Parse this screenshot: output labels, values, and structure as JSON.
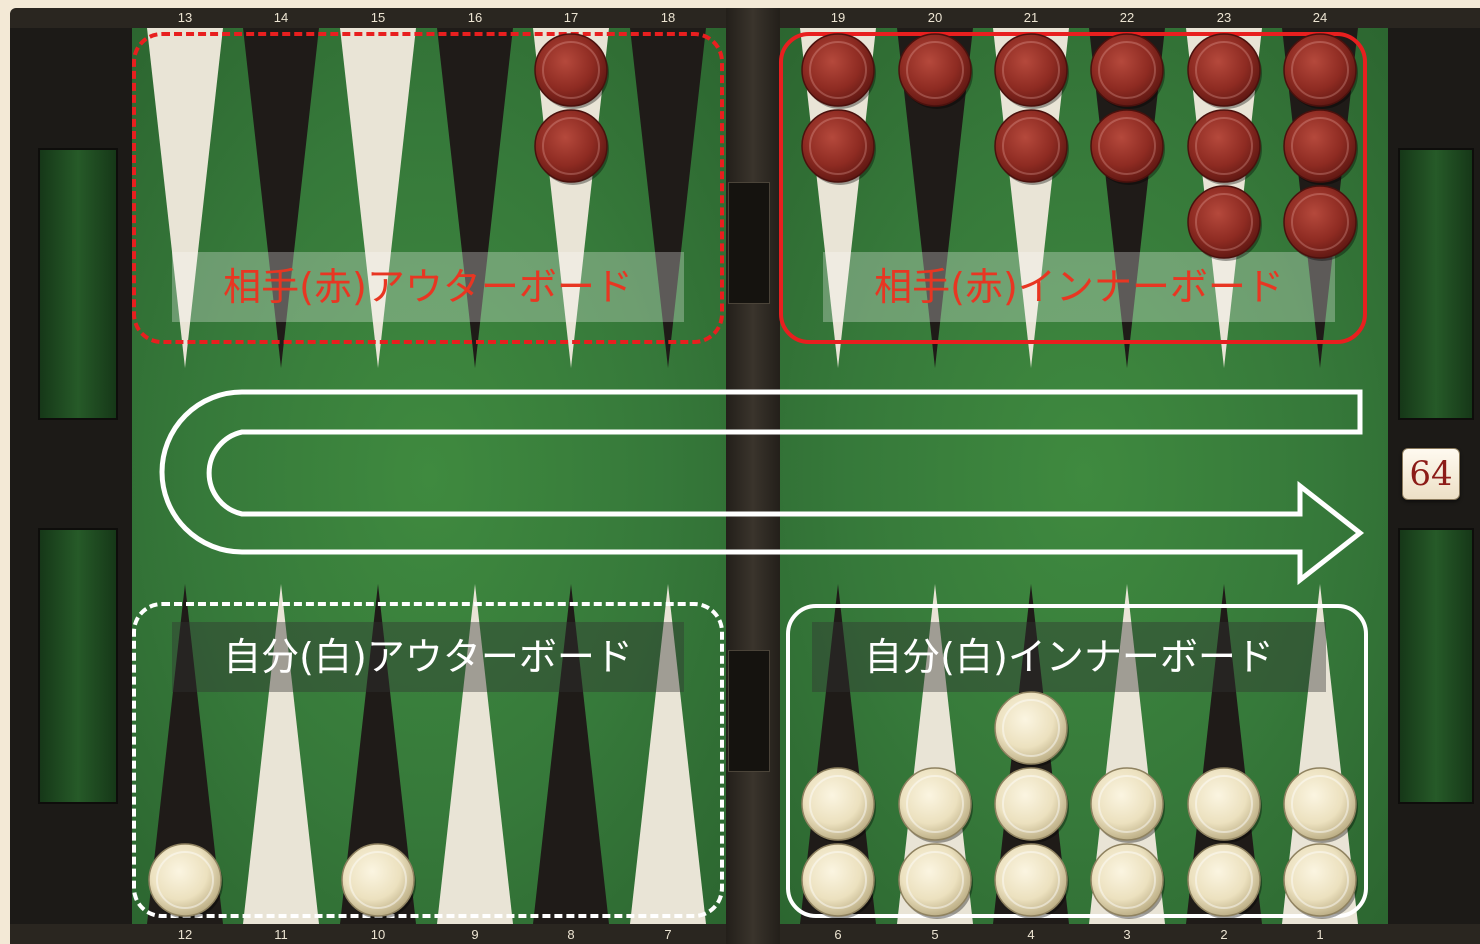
{
  "board": {
    "top_point_numbers": [
      "13",
      "14",
      "15",
      "16",
      "17",
      "18",
      "19",
      "20",
      "21",
      "22",
      "23",
      "24"
    ],
    "bottom_point_numbers": [
      "12",
      "11",
      "10",
      "9",
      "8",
      "7",
      "6",
      "5",
      "4",
      "3",
      "2",
      "1"
    ],
    "doubling_cube": "64"
  },
  "zones": {
    "opponent_outer": "相手(赤)アウターボード",
    "opponent_inner": "相手(赤)インナーボード",
    "self_outer": "自分(白)アウターボード",
    "self_inner": "自分(白)インナーボード"
  },
  "checkers": {
    "red": {
      "17": 2,
      "19": 2,
      "20": 1,
      "21": 2,
      "22": 2,
      "23": 3,
      "24": 3
    },
    "white": {
      "12": 1,
      "10": 1,
      "6": 2,
      "5": 2,
      "4": 3,
      "3": 2,
      "2": 2,
      "1": 2
    }
  },
  "colors": {
    "felt": "#36793a",
    "light_point": "#e9e4d6",
    "dark_point": "#1f1b18",
    "red_checker": "#8e2b22",
    "white_checker": "#ece1bf",
    "red_outline": "#e81f1f",
    "white_outline": "#ffffff"
  },
  "icons": {
    "direction_arrow": "u-turn-arrow-icon"
  }
}
